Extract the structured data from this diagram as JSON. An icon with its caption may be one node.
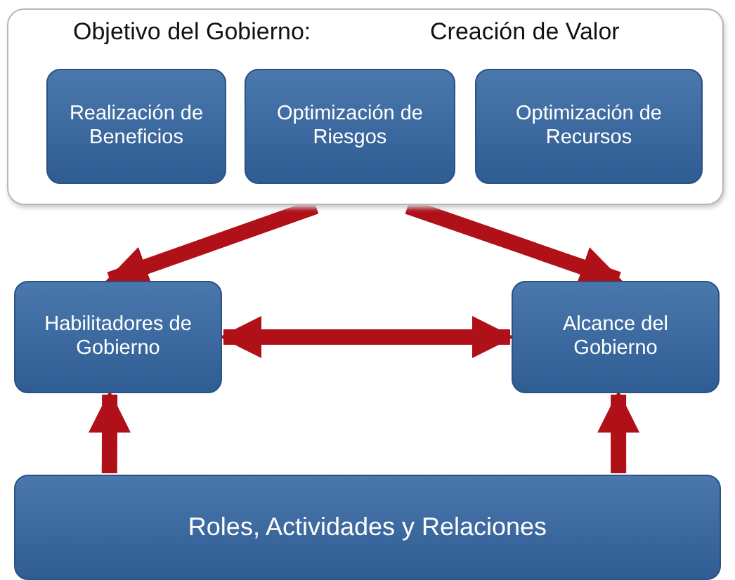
{
  "diagram": {
    "nodes": [
      {
        "text": [
          "Objetivo del Gobierno:",
          "Creación de Valor"
        ]
      },
      {
        "text": [
          "Realización de Beneficios"
        ],
        "in": 0
      },
      {
        "text": [
          "Optimización de Riesgos"
        ],
        "in": 0
      },
      {
        "text": [
          "Optimización de Recursos"
        ],
        "in": 0
      },
      {
        "text": [
          "Habilitadores de Gobierno"
        ]
      },
      {
        "text": [
          "Alcance del Gobierno"
        ]
      },
      {
        "text": [
          "Roles, Actividades y Relaciones"
        ]
      }
    ],
    "edges": [
      {
        "from": 0,
        "to": 4,
        "arrow": "to"
      },
      {
        "from": 0,
        "to": 5,
        "arrow": "to"
      },
      {
        "from": 4,
        "to": 5,
        "arrow": "both"
      },
      {
        "from": 6,
        "to": 4,
        "arrow": "to"
      },
      {
        "from": 6,
        "to": 5,
        "arrow": "to"
      }
    ]
  }
}
